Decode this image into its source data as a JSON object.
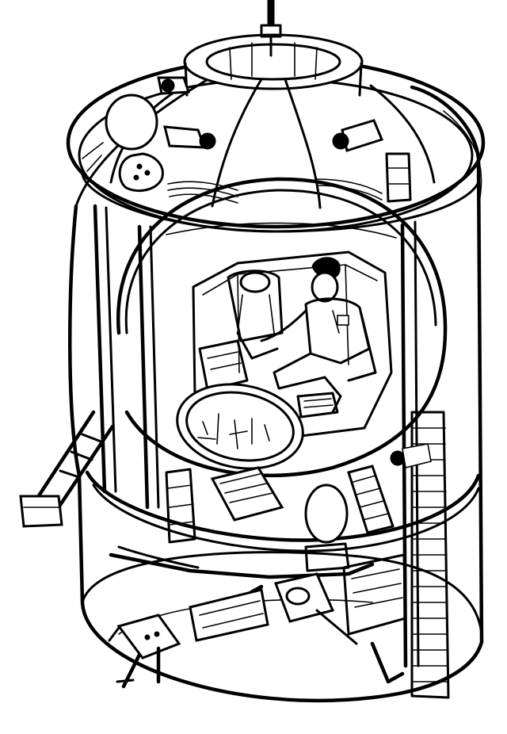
{
  "figure": {
    "style": "black-and-white line art, cutaway illustration",
    "ink_color": "#000000",
    "background_color": "#ffffff",
    "components": [
      {
        "name": "outer-cylindrical-frame",
        "icon": "cylinder-frame"
      },
      {
        "name": "top-hatch-ring",
        "icon": "ring"
      },
      {
        "name": "pressure-sphere",
        "icon": "sphere"
      },
      {
        "name": "pilot-figure",
        "icon": "person-seated"
      },
      {
        "name": "observer-figure",
        "icon": "person-seated"
      },
      {
        "name": "viewport-window",
        "icon": "porthole"
      },
      {
        "name": "floodlights",
        "icon": "lamp"
      },
      {
        "name": "gas-cylinders",
        "icon": "tank"
      },
      {
        "name": "manipulator-arm",
        "icon": "robot-arm"
      },
      {
        "name": "sample-tray",
        "icon": "tray"
      },
      {
        "name": "landing-skid",
        "icon": "skid"
      },
      {
        "name": "antenna-mast",
        "icon": "antenna"
      }
    ]
  }
}
